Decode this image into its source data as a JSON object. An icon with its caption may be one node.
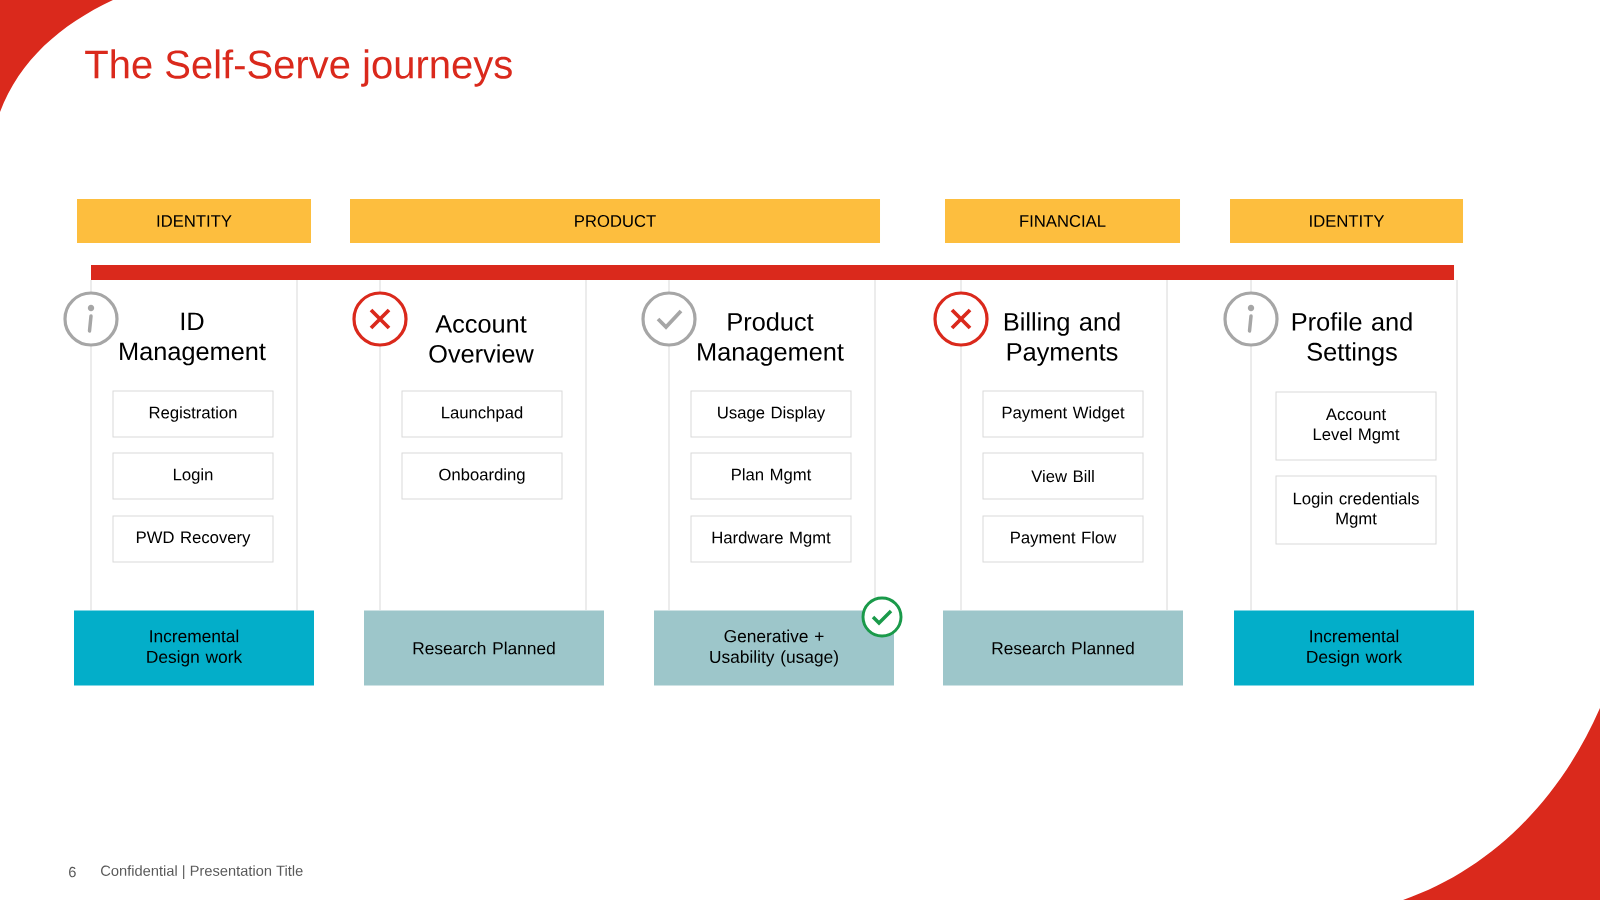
{
  "diagram": {
    "title": "The Self-Serve journeys",
    "nodes": [
      {
        "text": [
          "IDENTITY"
        ]
      },
      {
        "text": [
          "PRODUCT"
        ]
      },
      {
        "text": [
          "FINANCIAL"
        ]
      },
      {
        "text": [
          "IDENTITY"
        ]
      },
      {
        "text": [
          "ID Management"
        ]
      },
      {
        "text": [
          "Registration"
        ],
        "in": 4
      },
      {
        "text": [
          "Login"
        ],
        "in": 4
      },
      {
        "text": [
          "PWD Recovery"
        ],
        "in": 4
      },
      {
        "text": [
          "Account Overview"
        ]
      },
      {
        "text": [
          "Launchpad"
        ],
        "in": 8
      },
      {
        "text": [
          "Onboarding"
        ],
        "in": 8
      },
      {
        "text": [
          "Product Management"
        ]
      },
      {
        "text": [
          "Usage Display"
        ],
        "in": 11
      },
      {
        "text": [
          "Plan Mgmt"
        ],
        "in": 11
      },
      {
        "text": [
          "Hardware Mgmt"
        ],
        "in": 11
      },
      {
        "text": [
          "Billing and Payments"
        ]
      },
      {
        "text": [
          "Payment Widget"
        ],
        "in": 15
      },
      {
        "text": [
          "View Bill"
        ],
        "in": 15
      },
      {
        "text": [
          "Payment Flow"
        ],
        "in": 15
      },
      {
        "text": [
          "Profile and Settings"
        ]
      },
      {
        "text": [
          "Account Level Mgmt"
        ],
        "in": 19
      },
      {
        "text": [
          "Login credentials Mgmt"
        ],
        "in": 19
      },
      {
        "text": [
          "Incremental Design work"
        ]
      },
      {
        "text": [
          "Research Planned"
        ]
      },
      {
        "text": [
          "Generative + Usability (usage)"
        ]
      },
      {
        "text": [
          "Research Planned"
        ]
      },
      {
        "text": [
          "Incremental Design work"
        ]
      },
      {
        "text": [],
        "shape": "bar"
      }
    ],
    "labels": [
      "6",
      "Confidential | Presentation Title"
    ]
  }
}
